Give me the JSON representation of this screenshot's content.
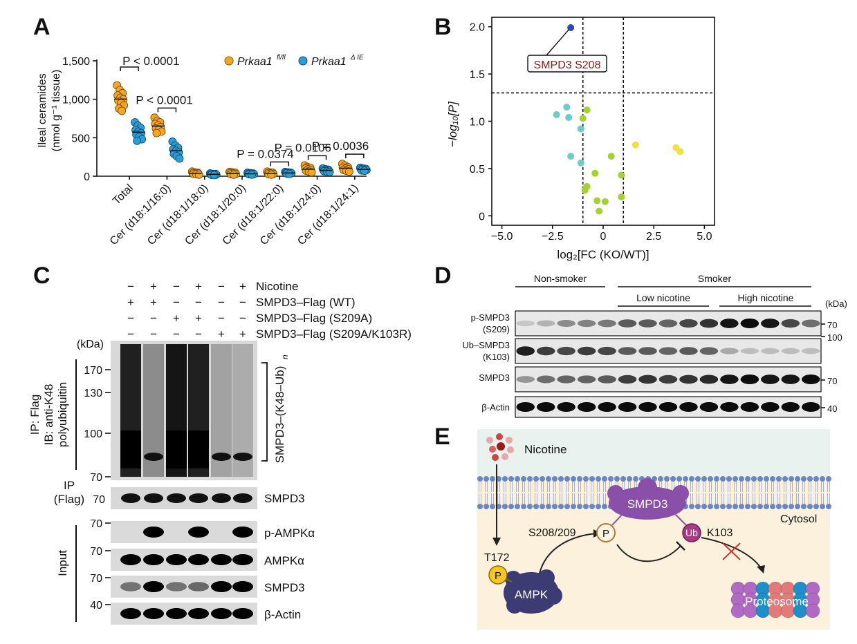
{
  "panels": {
    "A": "A",
    "B": "B",
    "C": "C",
    "D": "D",
    "E": "E"
  },
  "chart_data": [
    {
      "type": "scatter",
      "panel": "A",
      "ylabel_line1": "Ileal ceramides",
      "ylabel_line2": "(nmol g⁻¹ tissue)",
      "ylim": [
        0,
        1500
      ],
      "yticks": [
        0,
        500,
        1000,
        1500
      ],
      "ytick_labels": [
        "0",
        "500",
        "1,000",
        "1,500"
      ],
      "categories": [
        "Total",
        "Cer (d18:1/16:0)",
        "Cer (d18:1/18:0)",
        "Cer (d18:1/20:0)",
        "Cer (d18:1/22:0)",
        "Cer (d18:1/24:0)",
        "Cer (d18:1/24:1)"
      ],
      "legend": [
        {
          "name": "Prkaa1",
          "sup": "fl/fl",
          "color": "#f5a623"
        },
        {
          "name": "Prkaa1",
          "sup": "Δ IE",
          "color": "#2a9fd6"
        }
      ],
      "series": [
        {
          "name": "Prkaa1 fl/fl",
          "color": "#f5a623",
          "values": [
            [
              1180,
              1120,
              1080,
              1050,
              1020,
              1000,
              980,
              950,
              920,
              880,
              850
            ],
            [
              760,
              720,
              700,
              680,
              660,
              640,
              620,
              600,
              580,
              560
            ],
            [
              60,
              50,
              45,
              40,
              38,
              35,
              30,
              25,
              20
            ],
            [
              55,
              50,
              45,
              40,
              35,
              30,
              25,
              20
            ],
            [
              60,
              50,
              45,
              40,
              35,
              30,
              25,
              20
            ],
            [
              140,
              120,
              110,
              100,
              90,
              80,
              70,
              60,
              50
            ],
            [
              160,
              140,
              120,
              110,
              100,
              90,
              80,
              70,
              60
            ]
          ]
        },
        {
          "name": "Prkaa1 ΔIE",
          "color": "#2a9fd6",
          "values": [
            [
              700,
              660,
              630,
              600,
              580,
              560,
              540,
              510,
              480,
              460
            ],
            [
              450,
              400,
              370,
              350,
              330,
              310,
              290,
              260,
              230
            ],
            [
              35,
              30,
              28,
              25,
              22,
              20,
              18,
              15
            ],
            [
              45,
              40,
              35,
              32,
              30,
              28,
              25,
              20
            ],
            [
              55,
              50,
              45,
              42,
              40,
              38,
              35,
              30
            ],
            [
              100,
              90,
              85,
              80,
              75,
              70,
              65,
              60,
              55
            ],
            [
              110,
              100,
              95,
              90,
              85,
              80,
              75,
              70
            ]
          ]
        }
      ],
      "annotations": [
        {
          "text": "P < 0.0001",
          "pair": 0
        },
        {
          "text": "P < 0.0001",
          "pair": 1
        },
        {
          "text": "P = 0.0374",
          "pair": 4
        },
        {
          "text": "P = 0.0106",
          "pair": 5
        },
        {
          "text": "P = 0.0036",
          "pair": 6
        }
      ]
    },
    {
      "type": "scatter",
      "panel": "B",
      "xlabel": "log₂[FC (KO/WT)]",
      "ylabel": "−log₁₀[P]",
      "xlim": [
        -5.5,
        5.5
      ],
      "ylim": [
        -0.1,
        2.1
      ],
      "xticks": [
        -5.0,
        -2.5,
        0,
        2.5,
        5.0
      ],
      "xtick_labels": [
        "−5.0",
        "−2.5",
        "0",
        "2.5",
        "5.0"
      ],
      "yticks": [
        0,
        0.5,
        1.0,
        1.5,
        2.0
      ],
      "ytick_labels": [
        "0",
        "0.5",
        "1.0",
        "1.5",
        "2.0"
      ],
      "threshold_x": [
        -1,
        1
      ],
      "threshold_y": 1.3,
      "label": "SMPD3 S208",
      "points": [
        {
          "x": -1.6,
          "y": 1.99,
          "color": "#2b49b8"
        },
        {
          "x": -2.3,
          "y": 1.07,
          "color": "#6ccccc"
        },
        {
          "x": -1.8,
          "y": 1.15,
          "color": "#6ccccc"
        },
        {
          "x": -1.7,
          "y": 1.04,
          "color": "#6ccccc"
        },
        {
          "x": -1.1,
          "y": 0.92,
          "color": "#6ccccc"
        },
        {
          "x": -1.6,
          "y": 0.63,
          "color": "#6ccccc"
        },
        {
          "x": -1.1,
          "y": 0.56,
          "color": "#6ccccc"
        },
        {
          "x": -0.8,
          "y": 1.12,
          "color": "#a6d132"
        },
        {
          "x": -1.0,
          "y": 1.03,
          "color": "#a6d132"
        },
        {
          "x": -0.4,
          "y": 0.45,
          "color": "#a6d132"
        },
        {
          "x": 0.4,
          "y": 0.63,
          "color": "#a6d132"
        },
        {
          "x": 0.9,
          "y": 0.43,
          "color": "#a6d132"
        },
        {
          "x": -0.8,
          "y": 0.31,
          "color": "#a6d132"
        },
        {
          "x": -0.9,
          "y": 0.27,
          "color": "#a6d132"
        },
        {
          "x": -0.3,
          "y": 0.16,
          "color": "#a6d132"
        },
        {
          "x": 0.1,
          "y": 0.15,
          "color": "#a6d132"
        },
        {
          "x": 0.9,
          "y": 0.2,
          "color": "#a6d132"
        },
        {
          "x": -0.2,
          "y": 0.05,
          "color": "#a6d132"
        },
        {
          "x": 1.6,
          "y": 0.75,
          "color": "#f0e040"
        },
        {
          "x": 3.6,
          "y": 0.72,
          "color": "#f0e040"
        },
        {
          "x": 3.8,
          "y": 0.68,
          "color": "#f0e040"
        }
      ]
    }
  ],
  "blotC": {
    "rows": [
      {
        "label": "Nicotine",
        "marks": [
          "−",
          "+",
          "−",
          "+",
          "−",
          "+"
        ]
      },
      {
        "label": "SMPD3–Flag (WT)",
        "marks": [
          "+",
          "+",
          "−",
          "−",
          "−",
          "−"
        ]
      },
      {
        "label": "SMPD3–Flag (S209A)",
        "marks": [
          "−",
          "−",
          "+",
          "+",
          "−",
          "−"
        ]
      },
      {
        "label": "SMPD3–Flag (S209A/K103R)",
        "marks": [
          "−",
          "−",
          "−",
          "−",
          "+",
          "+"
        ]
      }
    ],
    "kda": "(kDa)",
    "main_ticks": [
      "170",
      "130",
      "100",
      "70"
    ],
    "ip_label_1": "IP: Flag",
    "ip_label_2": "IB: anti-K48",
    "ip_label_3": "polyubiquitin",
    "bracket_label": "SMPD3–(K48–Ub)",
    "bracket_sub": "n",
    "ip_strip_label_1": "IP",
    "ip_strip_label_2": "(Flag)",
    "ip_strip_tick": "70",
    "ip_strip_name": "SMPD3",
    "input_label": "Input",
    "input_strips": [
      {
        "name": "p-AMPKα",
        "tick": "70"
      },
      {
        "name": "AMPKα",
        "tick": "70"
      },
      {
        "name": "SMPD3",
        "tick": "70"
      },
      {
        "name": "β-Actin",
        "tick": "40"
      }
    ]
  },
  "blotD": {
    "group_non": "Non-smoker",
    "group_smoker": "Smoker",
    "sub_low": "Low nicotine",
    "sub_high": "High nicotine",
    "kda": "(kDa)",
    "strips": [
      {
        "name1": "p-SMPD3",
        "name2": "(S209)",
        "tick": "70"
      },
      {
        "name1": "Ub–SMPD3",
        "name2": "(K103)",
        "tick": "100"
      },
      {
        "name1": "SMPD3",
        "name2": "",
        "tick": "70"
      },
      {
        "name1": "β-Actin",
        "name2": "",
        "tick": "40"
      }
    ]
  },
  "schematicE": {
    "nicotine": "Nicotine",
    "smpd3": "SMPD3",
    "cytosol": "Cytosol",
    "site": "S208/209",
    "p": "P",
    "ub": "Ub",
    "k103": "K103",
    "t172": "T172",
    "ampk": "AMPK",
    "proteosome": "Proteosome"
  }
}
